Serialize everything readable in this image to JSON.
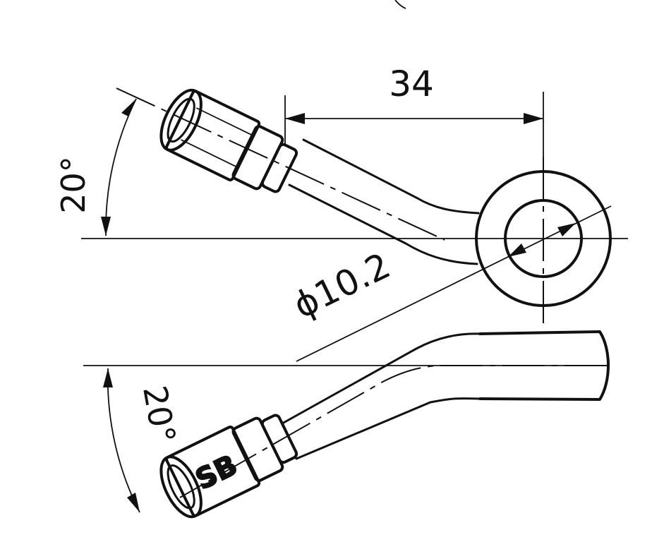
{
  "dimensions": {
    "length_label": "34",
    "upper_angle_label": "20°",
    "lower_angle_label": "20°",
    "diameter_label": "ϕ10.2"
  },
  "fitting_marking": "SB"
}
